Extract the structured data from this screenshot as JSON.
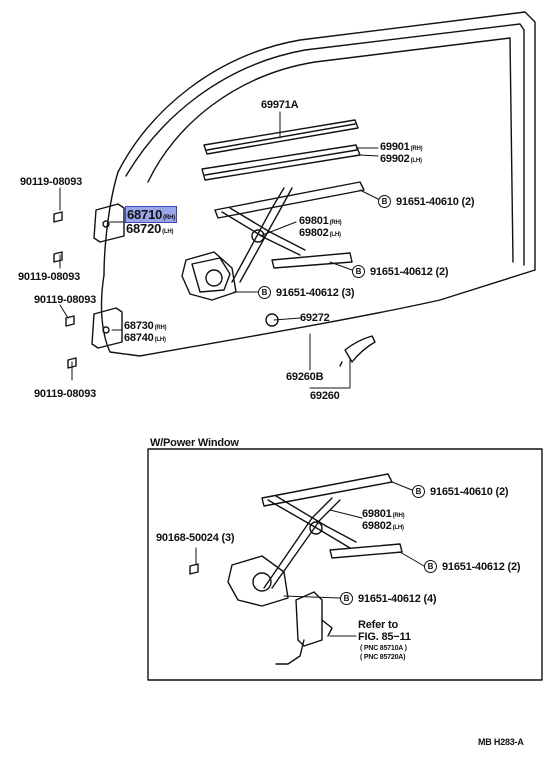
{
  "labels": {
    "p69971a": "69971A",
    "p69901": "69901",
    "p69902": "69902",
    "p90119_a": "90119-08093",
    "p68710": "68710",
    "p68720": "68720",
    "p90119_b": "90119-08093",
    "p90119_c": "90119-08093",
    "p68730": "68730",
    "p68740": "68740",
    "p90119_d": "90119-08093",
    "p69801": "69801",
    "p69802": "69802",
    "p91651_40610": "91651-40610 (2)",
    "p91651_40612a": "91651-40612 (2)",
    "p91651_40612b": "91651-40612 (3)",
    "p69272": "69272",
    "p69260b": "69260B",
    "p69260": "69260",
    "pw_title": "W/Power Window",
    "pw_91651_40610": "91651-40610 (2)",
    "pw_69801": "69801",
    "pw_69802": "69802",
    "pw_90168": "90168-50024 (3)",
    "pw_91651_40612a": "91651-40612 (2)",
    "pw_91651_40612b": "91651-40612 (4)",
    "refer_to": "Refer to",
    "fig": "FIG. 85−11",
    "pnc1": "( PNC 85710A )",
    "pnc2": "( PNC 85720A)",
    "code": "MB H283-A"
  },
  "side": {
    "rh": "(RH)",
    "lh": "(LH)"
  },
  "bolt_symbol": "B",
  "highlight_color": "#9aa6e8"
}
